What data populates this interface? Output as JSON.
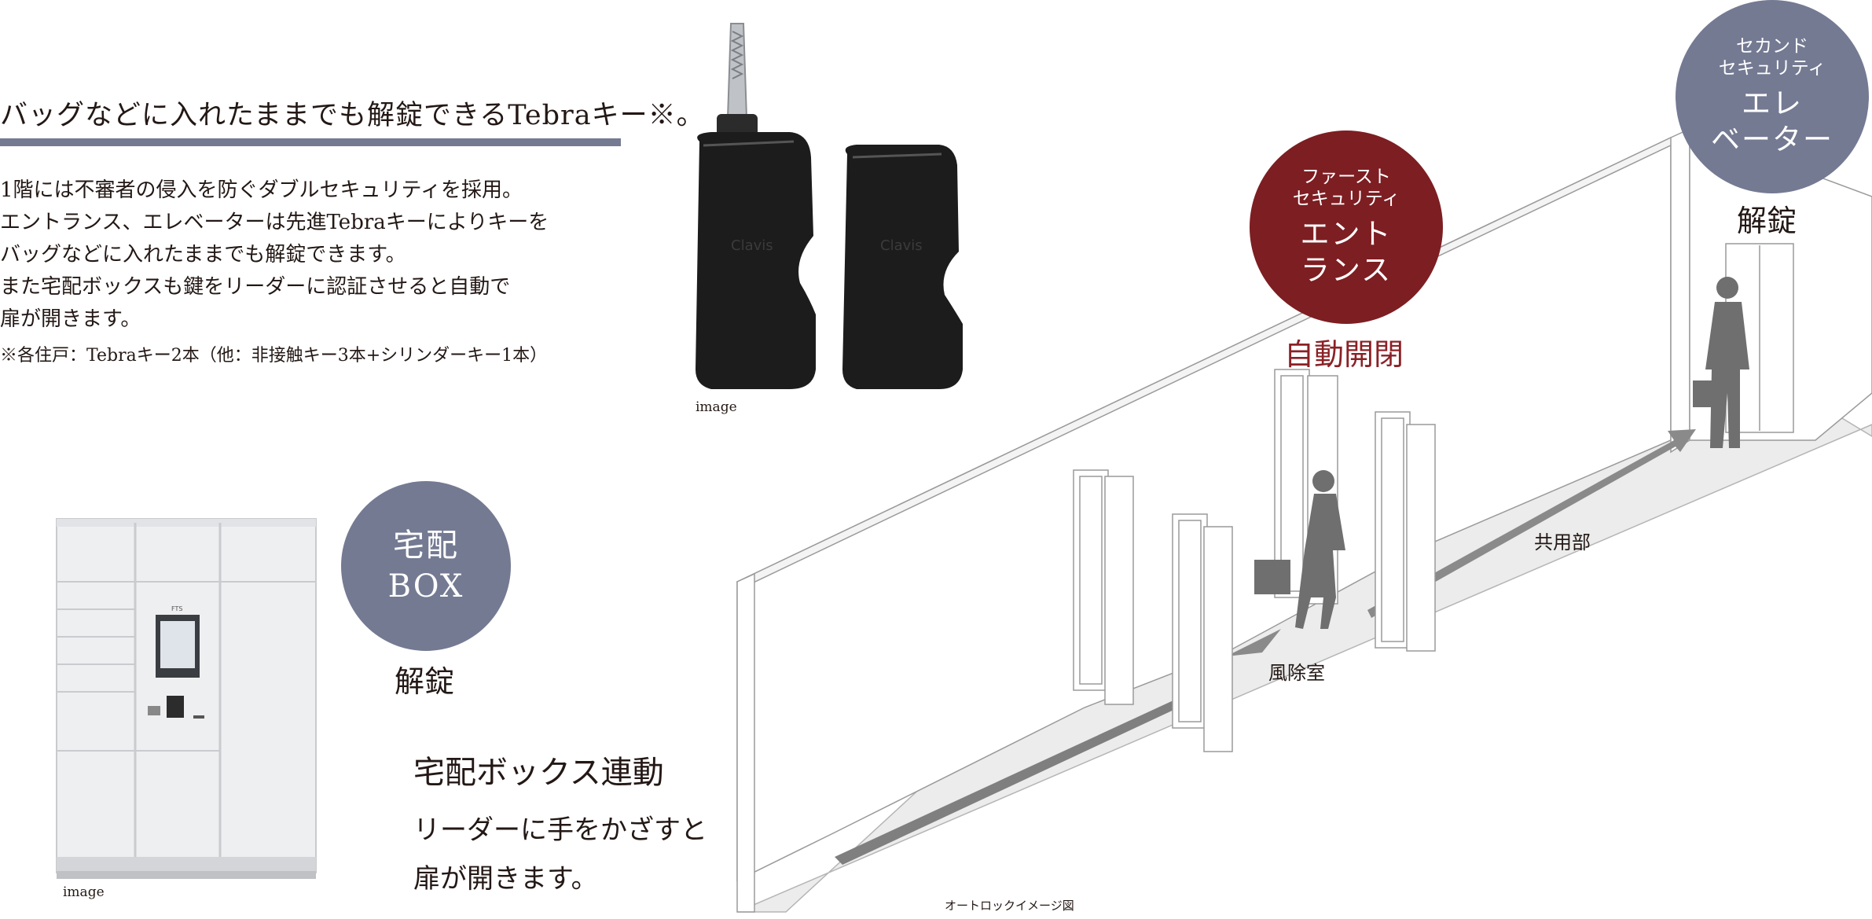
{
  "headline": "バッグなどに入れたままでも解錠できるTebraキー※。",
  "body_lines": [
    "1階には不審者の侵入を防ぐダブルセキュリティを採用。",
    "エントランス、エレベーターは先進Tebraキーによりキーを",
    "バッグなどに入れたままでも解錠できます。",
    "また宅配ボックスも鍵をリーダーに認証させると自動で",
    "扉が開きます。"
  ],
  "note": "※各住戸：Tebraキー2本（他：非接触キー3本+シリンダーキー1本）",
  "key_image": {
    "caption": "image",
    "brand": "Clavis"
  },
  "delivery_box": {
    "circle_lines": [
      "宅配",
      "BOX"
    ],
    "action": "解錠",
    "feature_title": "宅配ボックス連動",
    "feature_lines": [
      "リーダーに手をかざすと",
      "扉が開きます。"
    ],
    "caption": "image",
    "panel_label": "FTS"
  },
  "entrance": {
    "small_lines": [
      "ファースト",
      "セキュリティ"
    ],
    "big_lines": [
      "エント",
      "ランス"
    ],
    "action": "自動開閉"
  },
  "elevator": {
    "small_lines": [
      "セカンド",
      "セキュリティ"
    ],
    "big_lines": [
      "エレ",
      "ベーター"
    ],
    "action": "解錠"
  },
  "places": {
    "windbreak": "風除室",
    "common": "共用部"
  },
  "diagram_caption": "オートロックイメージ図",
  "colors": {
    "gray": "#747a92",
    "red": "#7d1e22",
    "text": "#231815"
  }
}
